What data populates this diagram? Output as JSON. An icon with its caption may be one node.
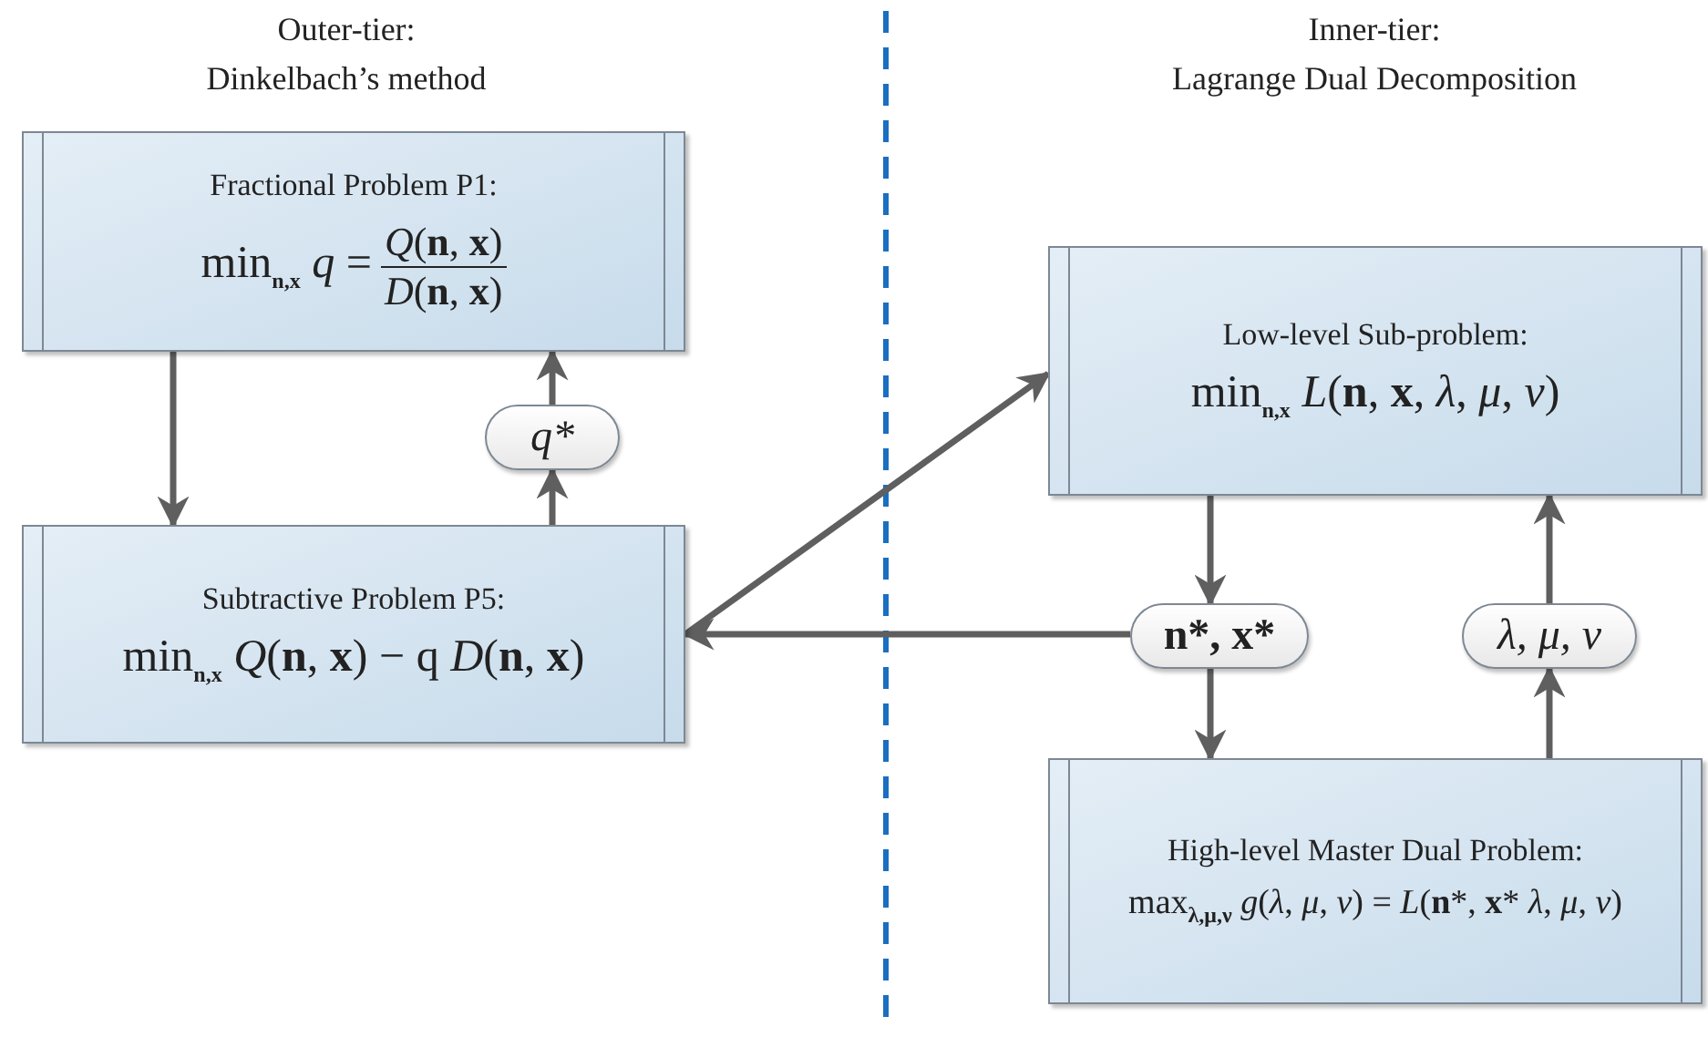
{
  "diagram": {
    "nodes": [
      {
        "text": [
          "Fractional Problem P1:",
          "min$_{n,x}$ *q* =",
          "*Q*(**n**, **x**)",
          "*D*(**n**, **x**)"
        ]
      },
      {
        "text": [
          "q*"
        ]
      },
      {
        "text": [
          "Subtractive Problem P5:",
          "min$_{n,x}$ *Q*(**n**, **x**) − q *D*(**n**, **x**)"
        ]
      },
      {
        "text": [
          "Low-level Sub-problem:",
          "min$_{n,x}$ *L*(**n**, **x**, *λ*, *μ*, *ν*)"
        ]
      },
      {
        "text": [
          "n*, x*"
        ]
      },
      {
        "text": [
          "λ, μ, ν"
        ]
      },
      {
        "text": [
          "High-level Master Dual Problem:",
          "max$_{λ,μ,ν}$ *g*(*λ*, *μ*, *ν*) = *L*(**n***, **x*** *λ*, *μ*, *ν*)"
        ]
      }
    ],
    "edges": [
      {
        "from": 0,
        "to": 2,
        "arrow": "to"
      },
      {
        "from": 2,
        "to": 1,
        "arrow": "to"
      },
      {
        "from": 1,
        "to": 0,
        "arrow": "to"
      },
      {
        "from": 2,
        "to": 3,
        "arrow": "to"
      },
      {
        "from": 4,
        "to": 2,
        "arrow": "to"
      },
      {
        "from": 3,
        "to": 4,
        "arrow": "to"
      },
      {
        "from": 4,
        "to": 6,
        "arrow": "to"
      },
      {
        "from": 6,
        "to": 5,
        "arrow": "to"
      },
      {
        "from": 5,
        "to": 3,
        "arrow": "to"
      }
    ],
    "labels": [
      "Outer-tier:",
      "Dinkelbach’s method",
      "Inner-tier:",
      "Lagrange Dual Decomposition"
    ]
  }
}
